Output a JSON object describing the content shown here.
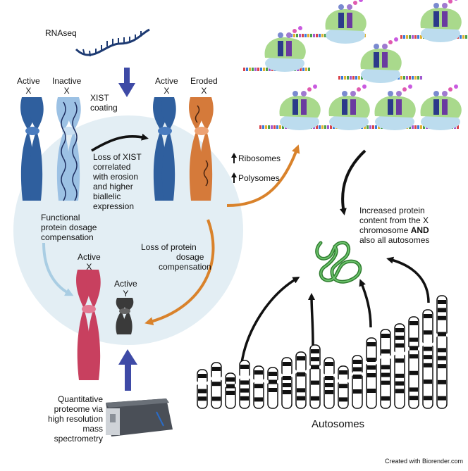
{
  "labels": {
    "rnaseq": "RNAseq",
    "active_x_1": [
      "Active",
      "X"
    ],
    "inactive_x": [
      "Inactive",
      "X"
    ],
    "xist_coating": [
      "XIST",
      "coating"
    ],
    "active_x_2": [
      "Active",
      "X"
    ],
    "eroded_x": [
      "Eroded",
      "X"
    ],
    "loss_of_xist": [
      "Loss of XIST",
      "correlated",
      "with erosion",
      "and higher",
      "biallelic",
      "expression"
    ],
    "ribosomes": "Ribosomes",
    "polysomes": "Polysomes",
    "functional_compensation": [
      "Functional",
      "protein dosage",
      "compensation"
    ],
    "loss_of_compensation": [
      "Loss of protein",
      "dosage",
      "compensation"
    ],
    "active_x_3": [
      "Active",
      "X"
    ],
    "active_y": [
      "Active",
      "Y"
    ],
    "increased_protein": [
      "Increased protein",
      "content from the X",
      "chromosome"
    ],
    "increased_protein_bold": "AND",
    "increased_protein_last": "also all autosomes",
    "quantitative_proteome": [
      "Quantitative",
      "proteome via",
      "high resolution",
      "mass",
      "spectrometry"
    ],
    "autosomes": "Autosomes",
    "credit": "Created with Biorender.com"
  },
  "colors": {
    "active_x": "#2f5f9e",
    "inactive_x": "#9cc1e4",
    "eroded_x": "#d57a3a",
    "active_x_red": "#c8405f",
    "active_y": "#3a3a3a",
    "arrow_blue": "#3e4aa6",
    "arrow_orange": "#d9822b",
    "arrow_lightblue": "#a9cde3",
    "cell_bg": "#e3eef4",
    "protein": "#3c9a3c",
    "ribosome": "#a9d98c",
    "ribosome_base": "#bcdcee"
  },
  "icons": {
    "up_arrow": "up-arrow-icon",
    "ribosome": "ribosome-icon",
    "mass_spectrometer": "mass-spectrometer-icon",
    "protein": "protein-icon",
    "chromosome": "chromosome-icon",
    "rna": "rna-strand-icon"
  }
}
